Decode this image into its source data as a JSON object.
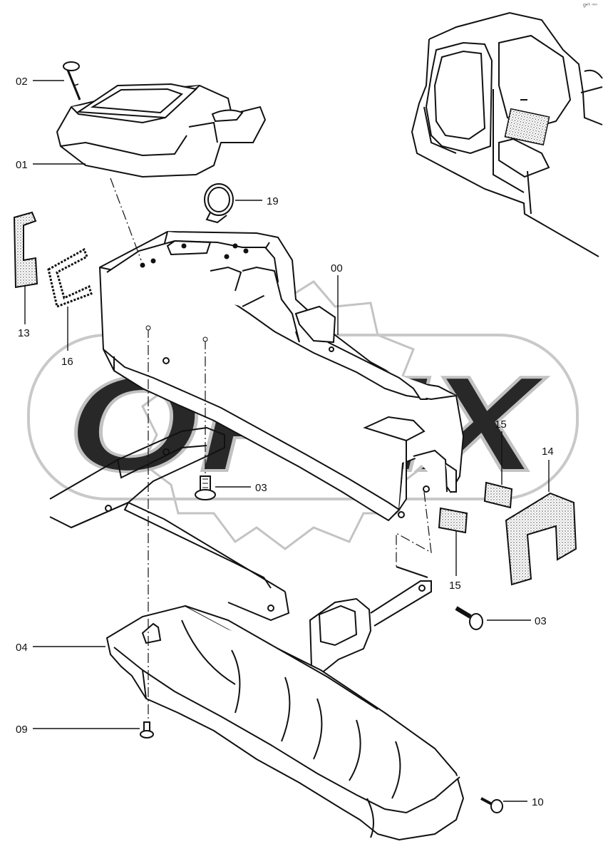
{
  "watermark": {
    "text": "OPEX"
  },
  "corner_mark": "g•ᵐ ⁿⁿⁿ",
  "parts": [
    {
      "id": "p00",
      "label": "00",
      "name": "console-body"
    },
    {
      "id": "p01",
      "label": "01",
      "name": "upper-cover"
    },
    {
      "id": "p02",
      "label": "02",
      "name": "screw-top"
    },
    {
      "id": "p03a",
      "label": "03",
      "name": "bolt-center"
    },
    {
      "id": "p03b",
      "label": "03",
      "name": "bolt-bracket"
    },
    {
      "id": "p04",
      "label": "04",
      "name": "lower-tray"
    },
    {
      "id": "p09",
      "label": "09",
      "name": "screw-bottom"
    },
    {
      "id": "p10",
      "label": "10",
      "name": "screw-end"
    },
    {
      "id": "p13",
      "label": "13",
      "name": "pad-l-shape"
    },
    {
      "id": "p14",
      "label": "14",
      "name": "pad-u-shape"
    },
    {
      "id": "p15a",
      "label": "15",
      "name": "pad-small-upper"
    },
    {
      "id": "p15b",
      "label": "15",
      "name": "pad-small-lower"
    },
    {
      "id": "p16",
      "label": "16",
      "name": "seal-strip"
    },
    {
      "id": "p19",
      "label": "19",
      "name": "clamp"
    }
  ]
}
